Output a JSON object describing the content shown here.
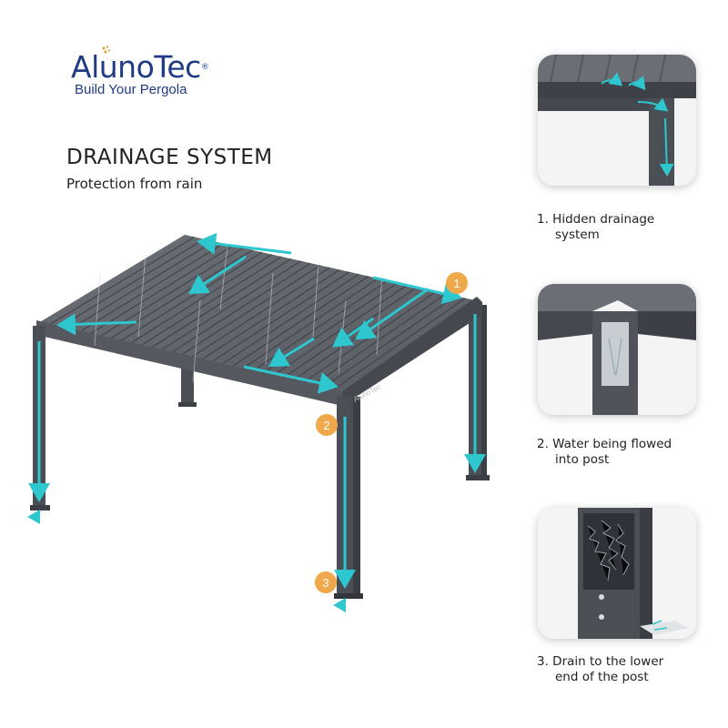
{
  "logo": {
    "brand": "AlunoTec",
    "registered": "®",
    "tagline": "Build Your Pergola"
  },
  "heading": {
    "title": "DRAINAGE SYSTEM",
    "subtitle": "Protection from rain"
  },
  "pergola": {
    "post_label": "AlunoTec",
    "markers": [
      "1",
      "2",
      "3"
    ]
  },
  "details": [
    {
      "line1": "1. Hidden drainage",
      "line2": "system"
    },
    {
      "line1": "2. Water being flowed",
      "line2": "into post"
    },
    {
      "line1": "3. Drain to the lower",
      "line2": "end of the post"
    }
  ],
  "colors": {
    "brand": "#1f3b86",
    "frame": "#4a4e55",
    "water": "#2ec7cf",
    "marker": "#f0a94a"
  }
}
